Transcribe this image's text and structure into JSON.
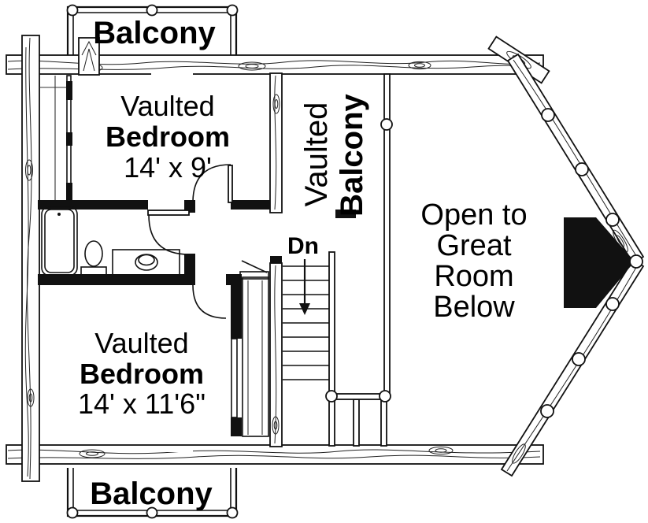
{
  "colors": {
    "ink": "#111111",
    "background": "#ffffff",
    "text": "#000000",
    "fireplace_fill": "#111111"
  },
  "labels": {
    "balcony_top": "Balcony",
    "balcony_bottom": "Balcony",
    "bedroom_upper": {
      "line1": "Vaulted",
      "line2": "Bedroom",
      "dims": "14' x 9'"
    },
    "bedroom_lower": {
      "line1": "Vaulted",
      "line2": "Bedroom",
      "dims": "14' x 11'6\""
    },
    "vaulted_balcony": {
      "line1": "Vaulted",
      "line2": "Balcony"
    },
    "open_area": {
      "line1": "Open to",
      "line2": "Great",
      "line3": "Room",
      "line4": "Below"
    },
    "stairs_down": "Dn"
  }
}
